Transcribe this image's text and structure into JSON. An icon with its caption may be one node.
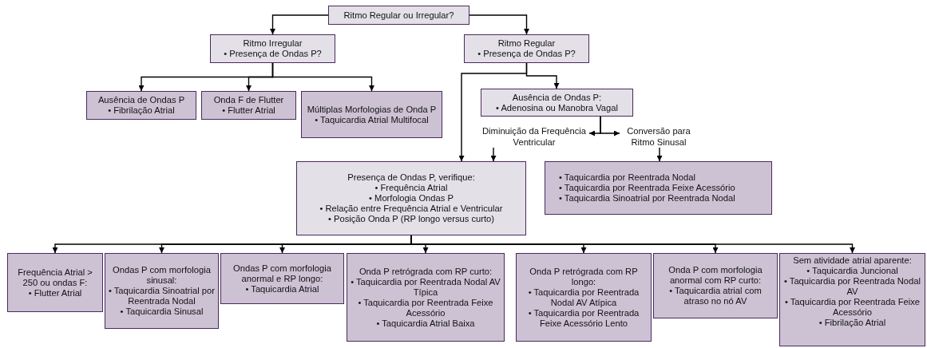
{
  "diagram": {
    "nodes": [
      {
        "text": [
          "Ritmo Regular ou Irregular?"
        ]
      },
      {
        "text": [
          "Ritmo Irregular",
          "• Presença de Ondas P?"
        ]
      },
      {
        "text": [
          "Ritmo Regular",
          "• Presença de Ondas P?"
        ]
      },
      {
        "text": [
          "Ausência de Ondas P",
          "• Fibrilação Atrial"
        ]
      },
      {
        "text": [
          "Onda F de Flutter",
          "• Flutter Atrial"
        ]
      },
      {
        "text": [
          "Múltiplas Morfologias de Onda P",
          "• Taquicardia Atrial Multifocal"
        ]
      },
      {
        "text": [
          "Ausência de Ondas P:",
          "• Adenosina ou Manobra Vagal"
        ]
      },
      {
        "text": [
          "Diminuição da Frequência Ventricular"
        ]
      },
      {
        "text": [
          "Conversão para Ritmo Sinusal"
        ]
      },
      {
        "text": [
          "Presença de Ondas P,  verifique:",
          "• Frequência Atrial",
          "• Morfologia Ondas P",
          "• Relação entre Frequência Atrial e Ventricular",
          "• Posição Onda P (RP longo versus curto)"
        ]
      },
      {
        "text": [
          "• Taquicardia por Reentrada Nodal",
          "• Taquicardia por Reentrada Feixe Acessório",
          "• Taquicardia Sinoatrial por Reentrada Nodal"
        ]
      },
      {
        "text": [
          "Frequência Atrial > 250 ou ondas F:",
          "• Flutter Atrial"
        ]
      },
      {
        "text": [
          "Ondas P com morfologia sinusal:",
          "• Taquicardia Sinoatrial por Reentrada Nodal",
          "• Taquicardia Sinusal"
        ]
      },
      {
        "text": [
          "Ondas P com morfologia anormal e RP longo:",
          "• Taquicardia Atrial"
        ]
      },
      {
        "text": [
          "Onda P retrógrada com RP curto:",
          "• Taquicardia por Reentrada Nodal AV Típica",
          "• Taquicardia por Reentrada Feixe Acessório",
          "• Taquicardia Atrial Baixa"
        ]
      },
      {
        "text": [
          "Onda P retrógrada com RP longo:",
          "• Taquicardia por Reentrada Nodal AV Atípica",
          "• Taquicardia por Reentrada Feixe Acessório Lento"
        ]
      },
      {
        "text": [
          "Onda P com morfologia anormal com RP curto:",
          "• Taquicardia atrial com atraso no nó AV"
        ]
      },
      {
        "text": [
          "Sem atividade atrial aparente:",
          "• Taquicardia Juncional",
          "• Taquicardia por Reentrada Nodal AV",
          "• Taquicardia por Reentrada Feixe Acessório",
          "• Fibrilação Atrial"
        ]
      }
    ],
    "edges": [
      {
        "from": 0,
        "to": 1,
        "arrow": "to"
      },
      {
        "from": 0,
        "to": 2,
        "arrow": "to"
      },
      {
        "from": 1,
        "to": 3,
        "arrow": "to"
      },
      {
        "from": 1,
        "to": 4,
        "arrow": "to"
      },
      {
        "from": 1,
        "to": 5,
        "arrow": "to"
      },
      {
        "from": 2,
        "to": 6,
        "arrow": "to"
      },
      {
        "from": 2,
        "to": 9,
        "arrow": "to"
      },
      {
        "from": 6,
        "to": 7,
        "arrow": "to"
      },
      {
        "from": 6,
        "to": 8,
        "arrow": "to"
      },
      {
        "from": 7,
        "to": 9,
        "arrow": "to"
      },
      {
        "from": 8,
        "to": 10,
        "arrow": "to"
      },
      {
        "from": 9,
        "to": 11,
        "arrow": "to"
      },
      {
        "from": 9,
        "to": 12,
        "arrow": "to"
      },
      {
        "from": 9,
        "to": 13,
        "arrow": "to"
      },
      {
        "from": 9,
        "to": 14,
        "arrow": "to"
      },
      {
        "from": 9,
        "to": 15,
        "arrow": "to"
      },
      {
        "from": 9,
        "to": 16,
        "arrow": "to"
      },
      {
        "from": 9,
        "to": 17,
        "arrow": "to"
      }
    ]
  }
}
